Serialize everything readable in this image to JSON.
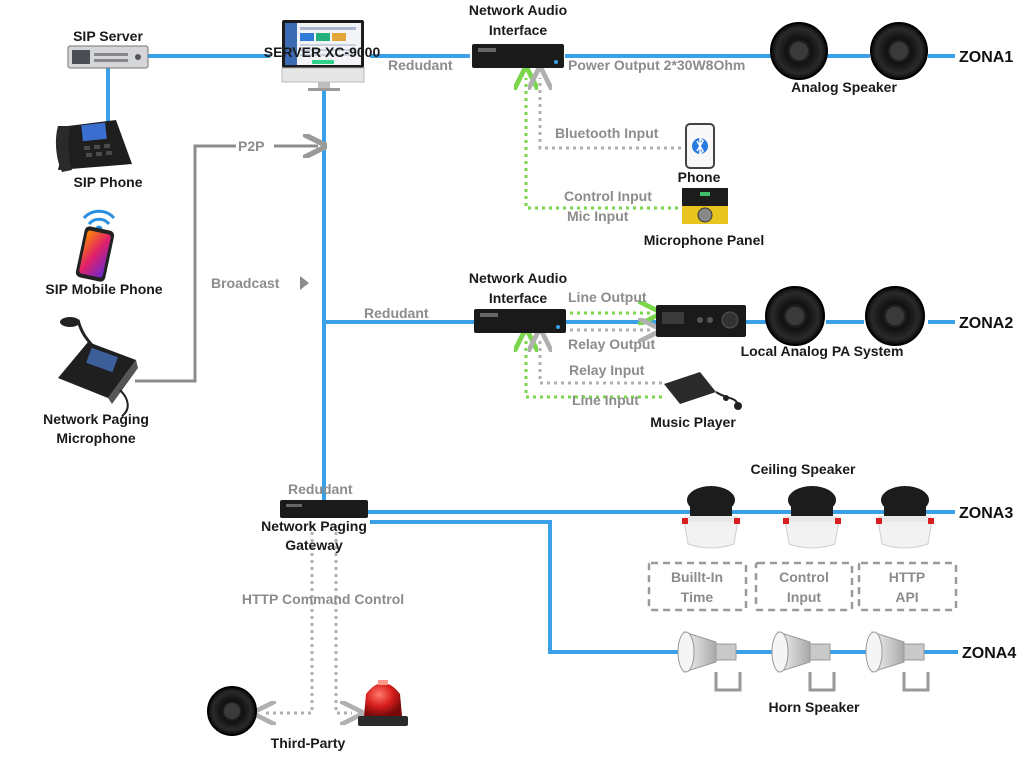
{
  "devices": {
    "sip_server": "SIP Server",
    "server": "SERVER XC-9000",
    "sip_phone": "SIP Phone",
    "sip_mobile_phone": "SIP Mobile Phone",
    "paging_mic_line1": "Network Paging",
    "paging_mic_line2": "Microphone",
    "nai1_line1": "Network Audio",
    "nai1_line2": "Interface",
    "nai2_line1": "Network Audio",
    "nai2_line2": "Interface",
    "analog_speaker": "Analog Speaker",
    "phone": "Phone",
    "microphone_panel": "Microphone Panel",
    "local_pa": "Local Analog PA System",
    "music_player": "Music Player",
    "ceiling_speaker": "Ceiling Speaker",
    "gateway_line1": "Network Paging",
    "gateway_line2": "Gateway",
    "horn_speaker": "Horn Speaker",
    "third_party": "Third-Party"
  },
  "links": {
    "p2p": "P2P",
    "broadcast": "Broadcast",
    "redundant_1": "Redudant",
    "redundant_2": "Redudant",
    "redundant_3": "Redudant",
    "power_output": "Power Output 2*30W8Ohm",
    "bluetooth_input": "Bluetooth Input",
    "control_input": "Control Input",
    "mic_input": "Mic Input",
    "line_output": "Line  Output",
    "relay_output": "Relay Output",
    "relay_input": "Relay Input",
    "line_input": "Line Input",
    "http_command": "HTTP Command Control"
  },
  "zones": {
    "z1": "ZONA1",
    "z2": "ZONA2",
    "z3": "ZONA3",
    "z4": "ZONA4"
  },
  "features": {
    "builtin_time_1": "Buillt-In",
    "builtin_time_2": "Time",
    "control_input_1": "Control",
    "control_input_2": "Input",
    "http_api_1": "HTTP",
    "http_api_2": "API"
  },
  "colors": {
    "network_line": "#3aa0e8",
    "p2p_line": "#8c8c8c",
    "green_link": "#7ad64a",
    "gray_link": "#b0b0b0",
    "beacon_red": "#d81e1e"
  },
  "icons": [
    "server-rack-icon",
    "monitor-icon",
    "desk-phone-icon",
    "mobile-phone-icon",
    "wifi-icon",
    "paging-mic-icon",
    "amplifier-icon",
    "speaker-icon",
    "bluetooth-icon",
    "mic-panel-icon",
    "pa-amplifier-icon",
    "music-player-icon",
    "ceiling-speaker-icon",
    "horn-speaker-icon",
    "warning-beacon-icon"
  ]
}
